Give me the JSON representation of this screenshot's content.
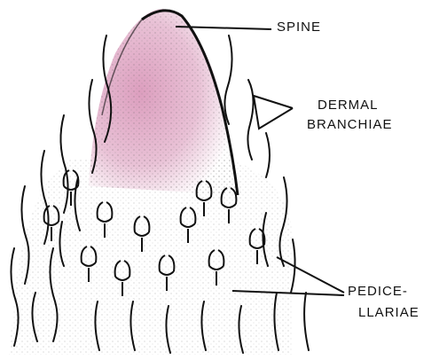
{
  "labels": {
    "spine": "SPINE",
    "dermal_line1": "DERMAL",
    "dermal_line2": "BRANCHIAE",
    "pedice_line1": "PEDICE-",
    "pedice_line2": "LLARIAE"
  },
  "colors": {
    "ink": "#111111",
    "stain": "#c0508a"
  }
}
